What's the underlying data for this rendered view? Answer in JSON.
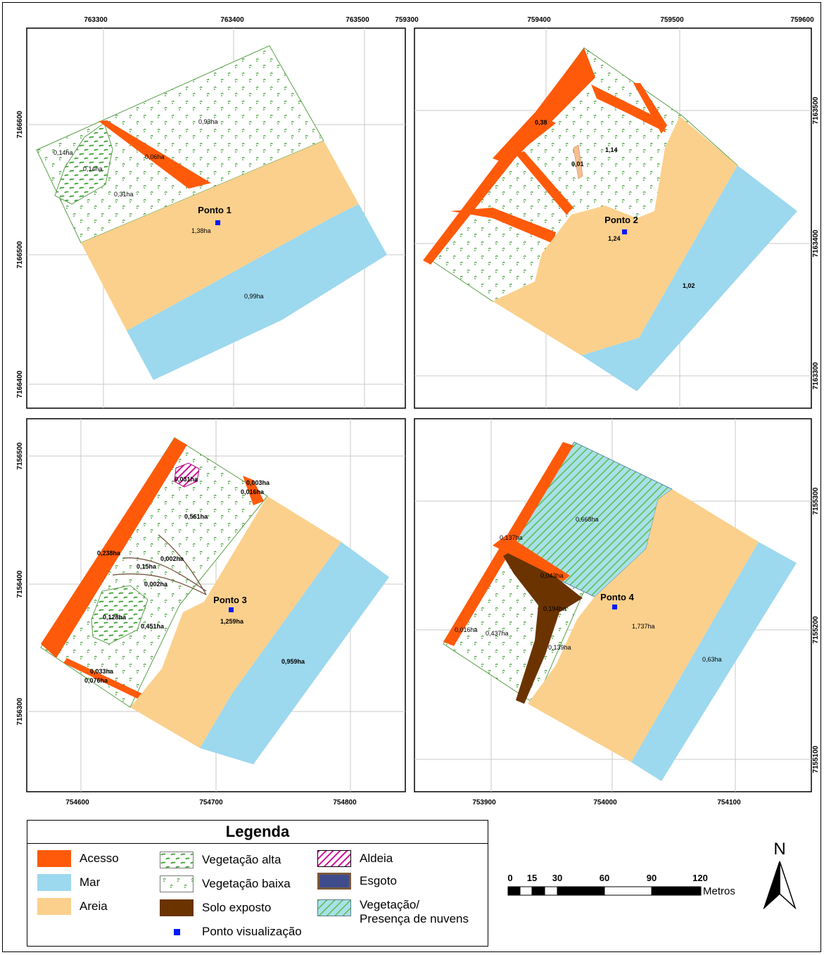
{
  "panels": [
    {
      "name": "Ponto 1",
      "point_label": "Ponto 1",
      "x_ticks": [
        "763300",
        "763400",
        "763500"
      ],
      "y_ticks": [
        "7166600",
        "7166500",
        "7166400"
      ],
      "areas": [
        "0,93ha",
        "0,14ha",
        "0,14ha",
        "0,06ha",
        "0,31ha",
        "1,38ha",
        "0,99ha"
      ]
    },
    {
      "name": "Ponto 2",
      "point_label": "Ponto 2",
      "x_ticks": [
        "759300",
        "759400",
        "759500",
        "759600"
      ],
      "y_ticks": [
        "7163500",
        "7163400",
        "7163300"
      ],
      "areas": [
        "0,38",
        "1,14",
        "0,01",
        "1,24",
        "1,02"
      ]
    },
    {
      "name": "Ponto 3",
      "point_label": "Ponto 3",
      "x_ticks": [
        "754600",
        "754700",
        "754800"
      ],
      "y_ticks": [
        "7156500",
        "7156400",
        "7156300"
      ],
      "areas": [
        "0,031ha",
        "0,003ha",
        "0,016ha",
        "0,561ha",
        "0,238ha",
        "0,002ha",
        "0,15ha",
        "0,002ha",
        "0,128ha",
        "0,451ha",
        "1,259ha",
        "0,959ha",
        "0,033ha",
        "0,076ha"
      ]
    },
    {
      "name": "Ponto 4",
      "point_label": "Ponto 4",
      "x_ticks": [
        "753900",
        "754000",
        "754100"
      ],
      "y_ticks": [
        "7155300",
        "7155200",
        "7155100"
      ],
      "areas": [
        "0,668ha",
        "0,137ha",
        "0,043ha",
        "0,194ha",
        "0,016ha",
        "0,437ha",
        "0,139ha",
        "1,737ha",
        "0,63ha"
      ]
    }
  ],
  "legend": {
    "title": "Legenda",
    "items": [
      {
        "label": "Acesso",
        "color": "#ff5a0a"
      },
      {
        "label": "Mar",
        "color": "#9cd8ee"
      },
      {
        "label": "Areia",
        "color": "#fbd08c"
      },
      {
        "label": "Vegetação alta",
        "pattern": "high-vegetation"
      },
      {
        "label": "Vegetação baixa",
        "pattern": "low-vegetation"
      },
      {
        "label": "Solo exposto",
        "color": "#6b3300"
      },
      {
        "label": "Ponto visualização",
        "color": "#0019ff"
      },
      {
        "label": "Aldeia",
        "pattern": "magenta-hatch"
      },
      {
        "label": "Esgoto",
        "color": "#3f4c8c"
      },
      {
        "label": "Vegetação/",
        "label2": "Presença de nuvens",
        "pattern": "cyan-green-hatch"
      }
    ]
  },
  "scale_bar": {
    "ticks": [
      "0",
      "15",
      "30",
      "60",
      "90",
      "120"
    ],
    "unit": "Metros"
  },
  "north_label": "N"
}
